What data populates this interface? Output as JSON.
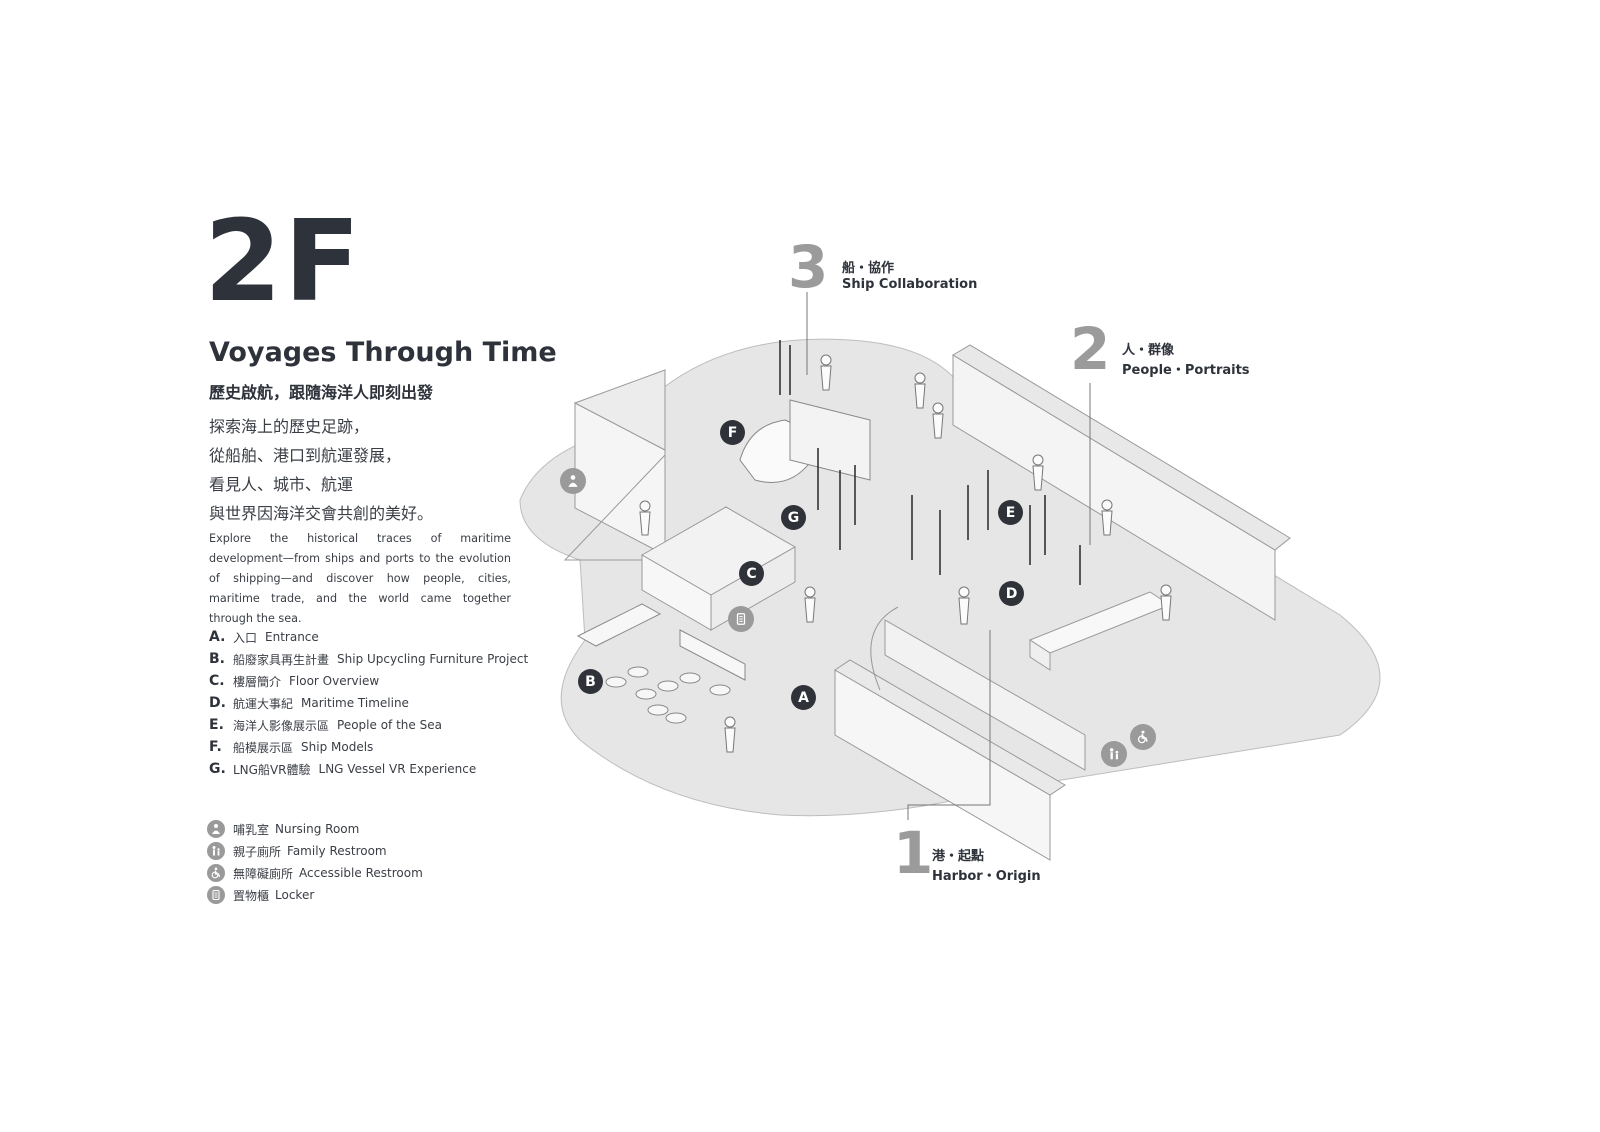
{
  "header": {
    "floor_code": "2F",
    "title": "Voyages Through Time",
    "subtitle": "歷史啟航，跟隨海洋人即刻出發"
  },
  "intro": {
    "zh_lines": [
      "探索海上的歷史足跡，",
      "從船舶、港口到航運發展，",
      "看見人、城市、航運",
      "與世界因海洋交會共創的美好。"
    ],
    "en": "Explore the historical traces of maritime development—from ships and ports to the evolution of shipping—and discover how people, cities, maritime trade, and the world came together through the sea."
  },
  "zones": [
    {
      "letter": "A.",
      "zh": "入口",
      "en": "Entrance"
    },
    {
      "letter": "B.",
      "zh": "船廢家具再生計畫",
      "en": "Ship Upcycling Furniture Project"
    },
    {
      "letter": "C.",
      "zh": "樓層簡介",
      "en": "Floor Overview"
    },
    {
      "letter": "D.",
      "zh": "航運大事紀",
      "en": "Maritime Timeline"
    },
    {
      "letter": "E.",
      "zh": "海洋人影像展示區",
      "en": "People of the Sea"
    },
    {
      "letter": "F.",
      "zh": "船模展示區",
      "en": "Ship Models"
    },
    {
      "letter": "G.",
      "zh": "LNG船VR體驗",
      "en": "LNG Vessel VR Experience"
    }
  ],
  "amenities": [
    {
      "icon": "nursing-room-icon",
      "zh": "哺乳室",
      "en": "Nursing Room"
    },
    {
      "icon": "family-restroom-icon",
      "zh": "親子廁所",
      "en": "Family Restroom"
    },
    {
      "icon": "accessible-restroom-icon",
      "zh": "無障礙廁所",
      "en": "Accessible Restroom"
    },
    {
      "icon": "locker-icon",
      "zh": "置物櫃",
      "en": "Locker"
    }
  ],
  "sections": [
    {
      "num": "1",
      "zh": "港・起點",
      "en": "Harbor・Origin"
    },
    {
      "num": "2",
      "zh": "人・群像",
      "en": "People・Portraits"
    },
    {
      "num": "3",
      "zh": "船・協作",
      "en": "Ship Collaboration"
    }
  ],
  "map_pins": [
    "A",
    "B",
    "C",
    "D",
    "E",
    "F",
    "G"
  ],
  "colors": {
    "text": "#2e323a",
    "section_number": "#9b9b9b",
    "pin": "#2f3238",
    "icon": "#9a9a9a",
    "floor": "#e6e6e6"
  }
}
